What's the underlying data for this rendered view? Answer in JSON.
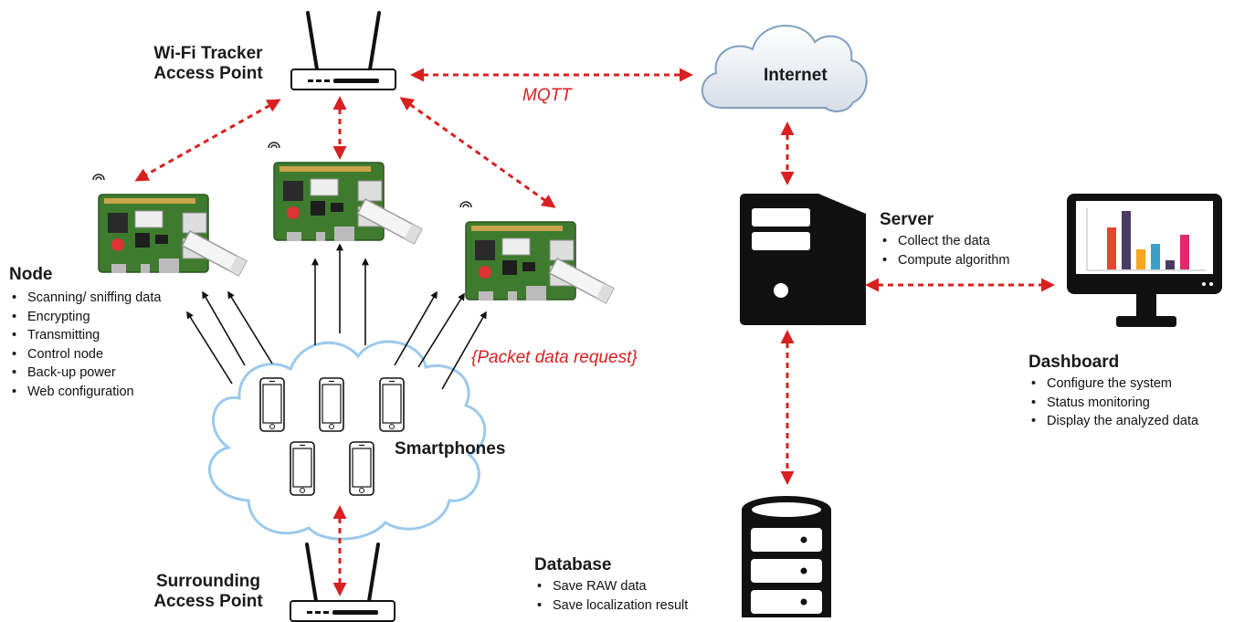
{
  "wifi_tracker": {
    "title_line1": "Wi-Fi Tracker",
    "title_line2": "Access Point"
  },
  "internet": {
    "label": "Internet"
  },
  "mqtt": {
    "label": "MQTT"
  },
  "node": {
    "title": "Node",
    "items": [
      "Scanning/ sniffing data",
      "Encrypting",
      "Transmitting",
      "Control node",
      "Back-up power",
      "Web configuration"
    ]
  },
  "server": {
    "title": "Server",
    "items": [
      "Collect the data",
      "Compute algorithm"
    ]
  },
  "dashboard": {
    "title": "Dashboard",
    "items": [
      "Configure the system",
      "Status monitoring",
      "Display the analyzed data"
    ]
  },
  "packet_request": {
    "label": "{Packet data request}"
  },
  "smartphones": {
    "label": "Smartphones"
  },
  "database": {
    "title": "Database",
    "items": [
      "Save RAW data",
      "Save localization result"
    ]
  },
  "surrounding_ap": {
    "title_line1": "Surrounding",
    "title_line2": "Access Point"
  },
  "colors": {
    "link_red": "#d82020",
    "cloud_blue": "#9cc9ec",
    "board_green": "#3f7b2e",
    "dashboard_bars": [
      "#e0492f",
      "#4a3b63",
      "#f5a623",
      "#3aa0c8",
      "#4a3b63",
      "#e02a6b"
    ]
  }
}
